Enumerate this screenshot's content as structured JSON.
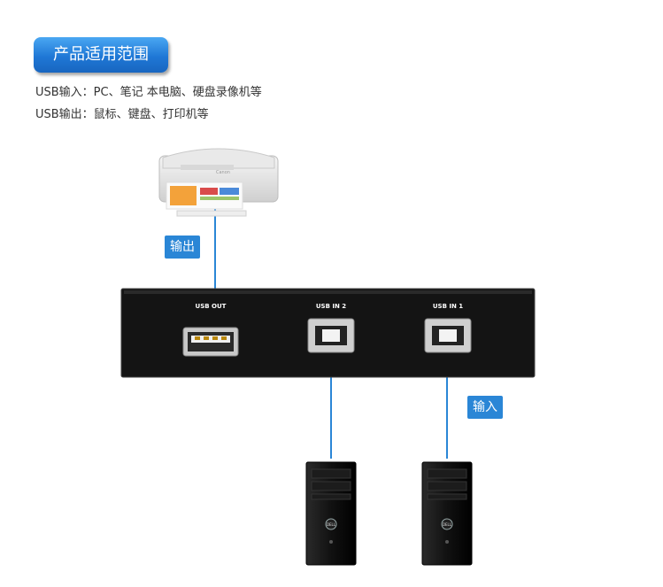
{
  "header": {
    "title": "产品适用范围"
  },
  "description": {
    "input_line": "USB输入：PC、笔记 本电脑、硬盘录像机等",
    "output_line": "USB输出：鼠标、键盘、打印机等"
  },
  "callouts": {
    "output": "输出",
    "input": "输入"
  },
  "device": {
    "port_out": "USB OUT",
    "port_in2": "USB IN 2",
    "port_in1": "USB IN 1"
  },
  "printer": {
    "brand": "Canon"
  },
  "towers": {
    "brand": "DELL"
  },
  "colors": {
    "accent": "#2a86d6",
    "device": "#111111"
  }
}
